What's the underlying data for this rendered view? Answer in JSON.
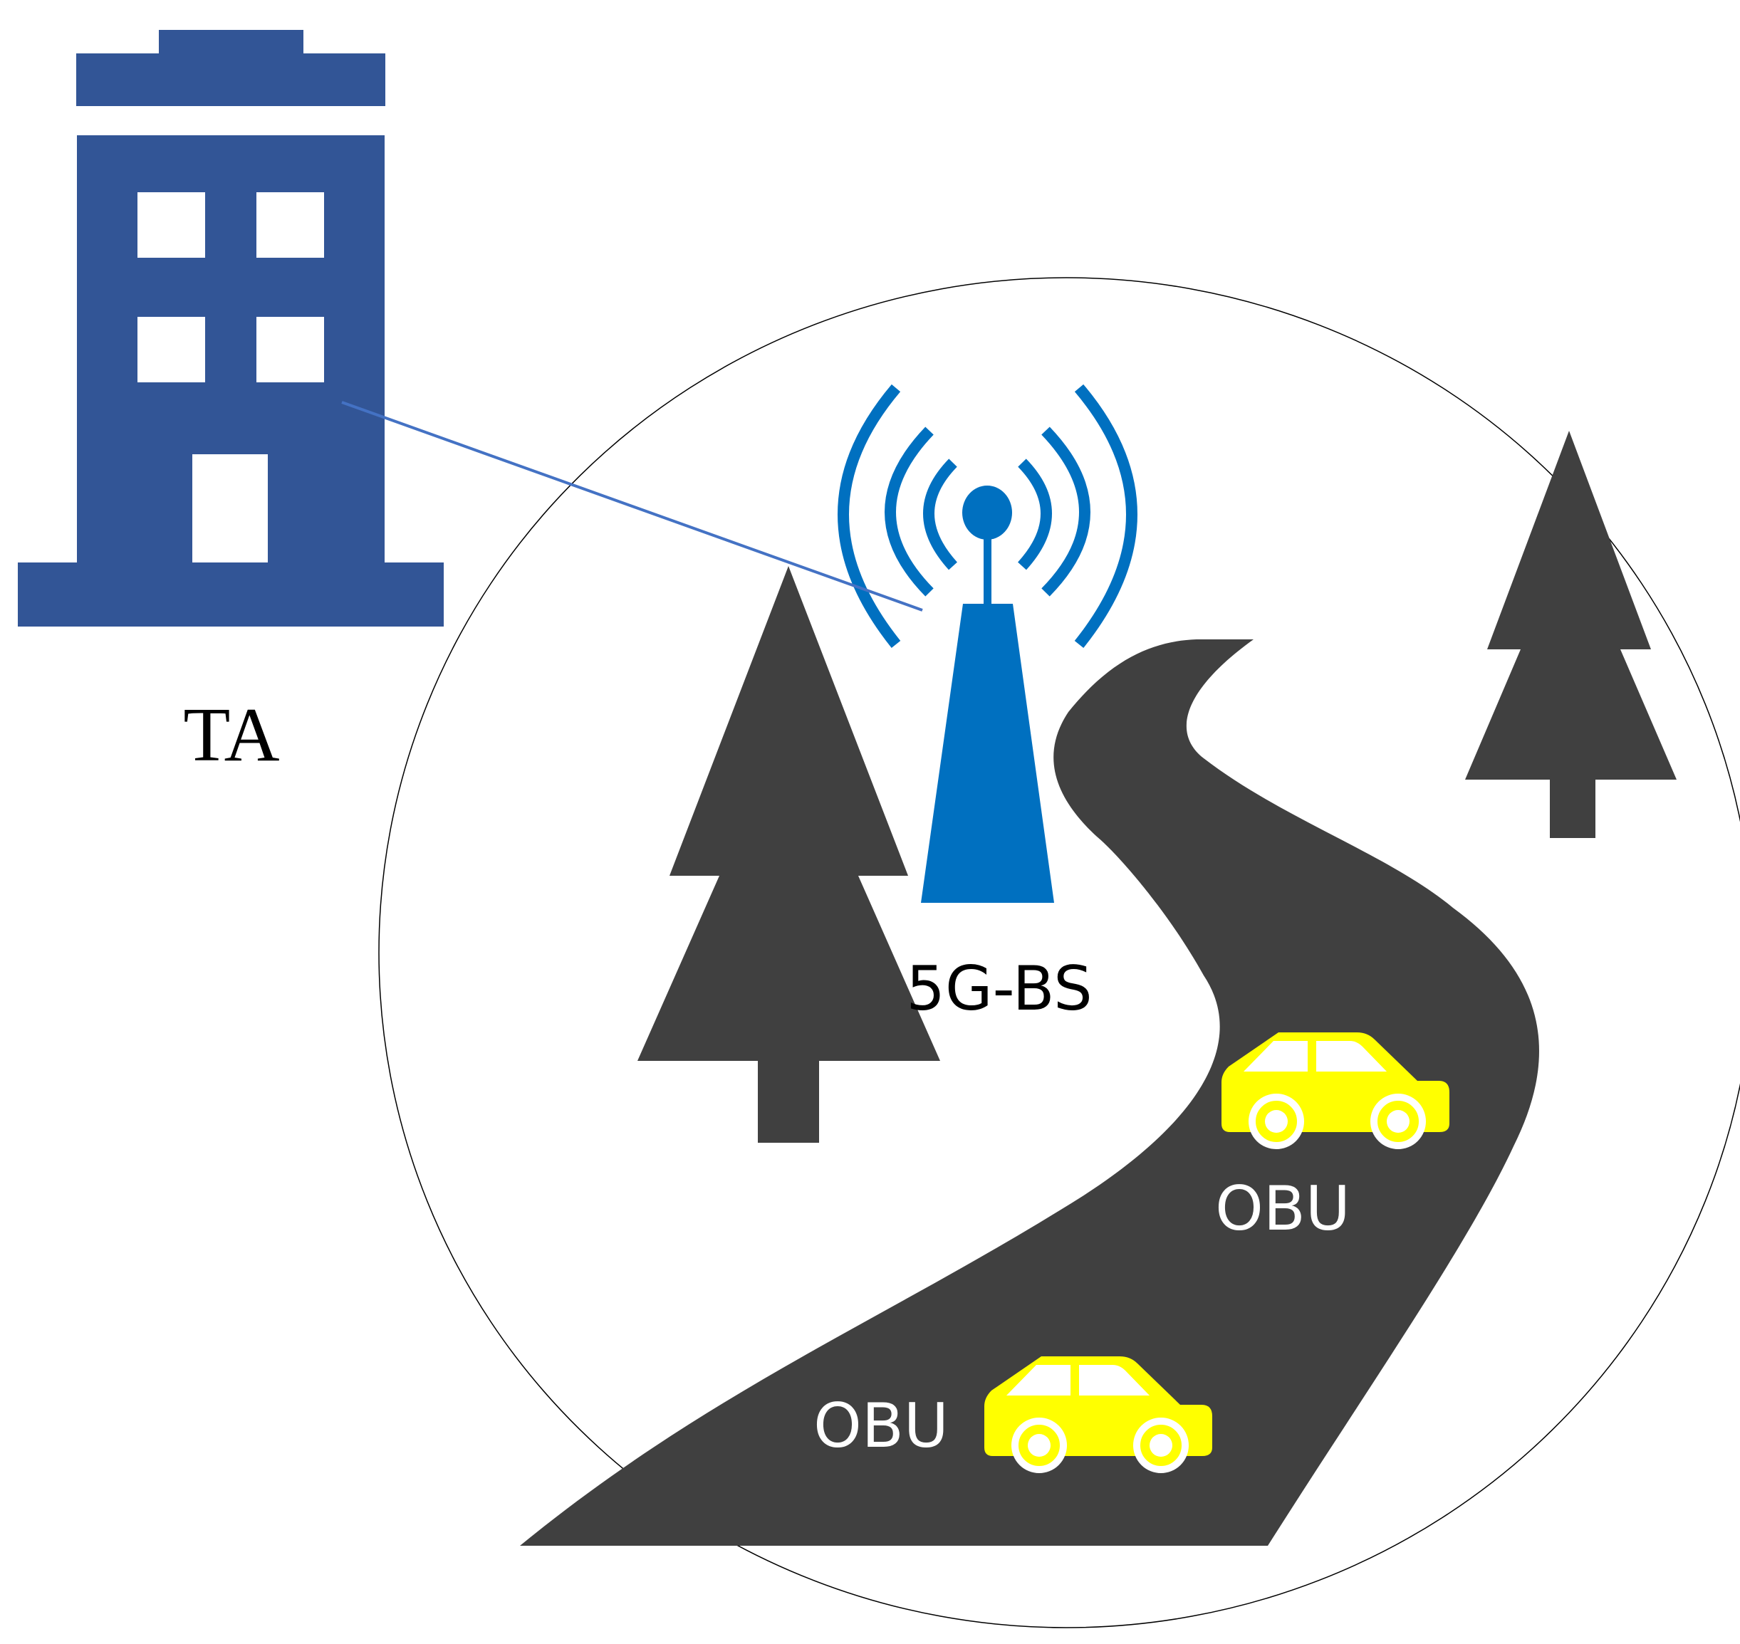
{
  "labels": {
    "ta": "TA",
    "base_station": "5G-BS",
    "obu_upper": "OBU",
    "obu_lower": "OBU"
  },
  "colors": {
    "building": "#325596",
    "tower": "#0070C0",
    "tree": "#404040",
    "road": "#404040",
    "car": "#FFFF00",
    "link_line": "#4472C4",
    "coverage_circle": "#000000",
    "label_dark": "#000000",
    "label_light": "#ffffff"
  },
  "icons": {
    "building": "building-icon",
    "tower": "antenna-tower-icon",
    "tree": "tree-icon",
    "car": "car-icon",
    "road": "road-icon"
  }
}
